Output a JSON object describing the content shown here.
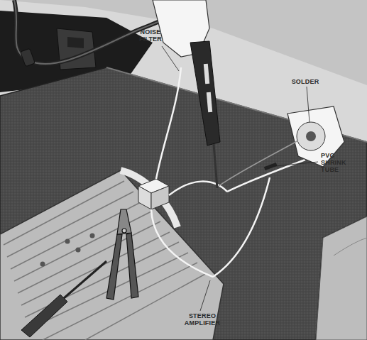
{
  "diagram": {
    "labels": [
      "NOISE FILTER",
      "SOLDER",
      "PVC SHRINK TUBE",
      "STEREO AMPLIFIER"
    ]
  }
}
